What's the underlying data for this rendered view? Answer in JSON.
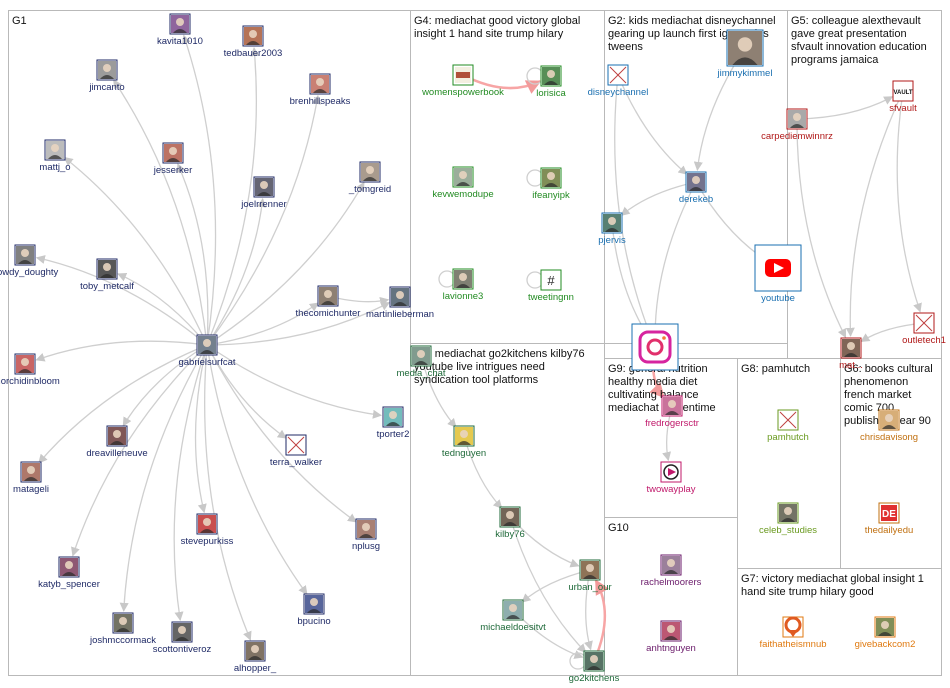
{
  "groups": [
    {
      "id": "G1",
      "title_lines": [
        "G1"
      ]
    },
    {
      "id": "G4",
      "title_lines": [
        "G4: mediachat good victory global",
        "insight 1 hand site trump hilary"
      ]
    },
    {
      "id": "G2",
      "title_lines": [
        "G2: kids mediachat disneychannel",
        "gearing up launch first igtv series",
        "tweens"
      ]
    },
    {
      "id": "G5",
      "title_lines": [
        "G5: colleague alexthevault",
        "gave great presentation",
        "sfvault innovation education",
        "programs jamaica"
      ]
    },
    {
      "id": "G3",
      "title_lines": [
        "G3: mediachat go2kitchens kilby76",
        "youtube live intrigues need",
        "syndication tool platforms"
      ]
    },
    {
      "id": "G9",
      "title_lines": [
        "G9: general nutrition",
        "healthy media diet",
        "cultivating balance",
        "mediachat screentime"
      ]
    },
    {
      "id": "G8",
      "title_lines": [
        "G8: pamhutch"
      ]
    },
    {
      "id": "G6",
      "title_lines": [
        "G6: books cultural",
        "phenomenon",
        "french market",
        "comic 700",
        "published year 90"
      ]
    },
    {
      "id": "G10",
      "title_lines": [
        "G10"
      ]
    },
    {
      "id": "G7",
      "title_lines": [
        "G7: victory mediachat global insight 1",
        "hand site trump hilary good"
      ]
    }
  ],
  "nodes": [
    {
      "id": "kavita1010",
      "label": "kavita1010",
      "group": "G1",
      "icon": "avatar-photo",
      "color": "#1f2a66",
      "avatar": "#7b4a8c"
    },
    {
      "id": "tedbauer2003",
      "label": "tedbauer2003",
      "group": "G1",
      "icon": "avatar-photo",
      "color": "#1f2a66",
      "avatar": "#a85a3a"
    },
    {
      "id": "jimcanto",
      "label": "jimcanto",
      "group": "G1",
      "icon": "avatar-photo",
      "color": "#1f2a66",
      "avatar": "#8a8a8a"
    },
    {
      "id": "brenhillspeaks",
      "label": "brenhillspeaks",
      "group": "G1",
      "icon": "avatar-photo",
      "color": "#1f2a66",
      "avatar": "#c06a5a"
    },
    {
      "id": "mattj_o",
      "label": "mattj_o",
      "group": "G1",
      "icon": "avatar-photo",
      "color": "#1f2a66",
      "avatar": "#b0b0b0"
    },
    {
      "id": "jesserker",
      "label": "jesserker",
      "group": "G1",
      "icon": "avatar-photo",
      "color": "#1f2a66",
      "avatar": "#b05a4a"
    },
    {
      "id": "joelrrenner",
      "label": "joelrrenner",
      "group": "G1",
      "icon": "avatar-photo",
      "color": "#1f2a66",
      "avatar": "#4a4a5a"
    },
    {
      "id": "_tomgreid",
      "label": "_tomgreid",
      "group": "G1",
      "icon": "avatar-photo",
      "color": "#1f2a66",
      "avatar": "#9a8a7a"
    },
    {
      "id": "howdy_doughty",
      "label": "howdy_doughty",
      "group": "G1",
      "icon": "avatar-photo",
      "color": "#1f2a66",
      "avatar": "#6a6a6a"
    },
    {
      "id": "toby_metcalf",
      "label": "toby_metcalf",
      "group": "G1",
      "icon": "avatar-photo",
      "color": "#1f2a66",
      "avatar": "#3a3a3a"
    },
    {
      "id": "thecomichunter",
      "label": "thecomichunter",
      "group": "G1",
      "icon": "avatar-photo",
      "color": "#1f2a66",
      "avatar": "#7a6a5a"
    },
    {
      "id": "martinlieberman",
      "label": "martinlieberman",
      "group": "G1",
      "icon": "avatar-photo",
      "color": "#1f2a66",
      "avatar": "#4a5a6a"
    },
    {
      "id": "gabrielsurfcat",
      "label": "gabrielsurfcat",
      "group": "G1",
      "icon": "avatar-photo",
      "color": "#1f2a66",
      "avatar": "#5a6a7a"
    },
    {
      "id": "anorchidinbloom",
      "label": "anorchidinbloom",
      "group": "G1",
      "icon": "avatar-photo",
      "color": "#1f2a66",
      "avatar": "#c04a4a"
    },
    {
      "id": "tporter2",
      "label": "tporter2",
      "group": "G1",
      "icon": "avatar-photo",
      "color": "#1f2a66",
      "avatar": "#5ab0b0"
    },
    {
      "id": "dreavilleneuve",
      "label": "dreavilleneuve",
      "group": "G1",
      "icon": "avatar-photo",
      "color": "#1f2a66",
      "avatar": "#6a3a3a"
    },
    {
      "id": "terra_walker",
      "label": "terra_walker",
      "group": "G1",
      "icon": "avatar-broken",
      "color": "#1f2a66",
      "avatar": "#c04040"
    },
    {
      "id": "matageli",
      "label": "matageli",
      "group": "G1",
      "icon": "avatar-photo",
      "color": "#1f2a66",
      "avatar": "#a06050"
    },
    {
      "id": "stevepurkiss",
      "label": "stevepurkiss",
      "group": "G1",
      "icon": "avatar-photo",
      "color": "#1f2a66",
      "avatar": "#c03030"
    },
    {
      "id": "nplusg",
      "label": "nplusg",
      "group": "G1",
      "icon": "avatar-photo",
      "color": "#1f2a66",
      "avatar": "#9a6a5a"
    },
    {
      "id": "katyb_spencer",
      "label": "katyb_spencer",
      "group": "G1",
      "icon": "avatar-photo",
      "color": "#1f2a66",
      "avatar": "#7a3a5a"
    },
    {
      "id": "bpucino",
      "label": "bpucino",
      "group": "G1",
      "icon": "avatar-photo",
      "color": "#1f2a66",
      "avatar": "#3a4a8a"
    },
    {
      "id": "joshmccormack",
      "label": "joshmccormack",
      "group": "G1",
      "icon": "avatar-photo",
      "color": "#1f2a66",
      "avatar": "#5a5a4a"
    },
    {
      "id": "scottontiveroz",
      "label": "scottontiveroz",
      "group": "G1",
      "icon": "avatar-photo",
      "color": "#1f2a66",
      "avatar": "#4a4a4a"
    },
    {
      "id": "alhopper_",
      "label": "alhopper_",
      "group": "G1",
      "icon": "avatar-photo",
      "color": "#1f2a66",
      "avatar": "#6a5a4a"
    },
    {
      "id": "womenspowerbook",
      "label": "womenspowerbook",
      "group": "G4",
      "icon": "avatar-book",
      "color": "#228b22",
      "avatar": "#b0503a"
    },
    {
      "id": "lorisica",
      "label": "lorisica",
      "group": "G4",
      "icon": "avatar-photo",
      "color": "#228b22",
      "avatar": "#3a7a3a"
    },
    {
      "id": "kevwemodupe",
      "label": "kevwemodupe",
      "group": "G4",
      "icon": "avatar-photo",
      "color": "#228b22",
      "avatar": "#8aa08a"
    },
    {
      "id": "ifeanyipk",
      "label": "ifeanyipk",
      "group": "G4",
      "icon": "avatar-photo",
      "color": "#228b22",
      "avatar": "#6a7a3a"
    },
    {
      "id": "lavionne3",
      "label": "lavionne3",
      "group": "G4",
      "icon": "avatar-photo",
      "color": "#228b22",
      "avatar": "#6a6a5a"
    },
    {
      "id": "tweetingnn",
      "label": "tweetingnn",
      "group": "G4",
      "icon": "avatar-hash",
      "color": "#228b22",
      "avatar": "#ffffff"
    },
    {
      "id": "disneychannel",
      "label": "disneychannel",
      "group": "G2",
      "icon": "avatar-broken",
      "color": "#1a6fb0",
      "avatar": "#c04040"
    },
    {
      "id": "jimmykimmel",
      "label": "jimmykimmel",
      "group": "G2",
      "icon": "avatar-photo-large",
      "color": "#1a6fb0",
      "avatar": "#7a6a5a"
    },
    {
      "id": "derekeb",
      "label": "derekeb",
      "group": "G2",
      "icon": "avatar-photo",
      "color": "#1a6fb0",
      "avatar": "#5a5a7a"
    },
    {
      "id": "pjervis",
      "label": "pjervis",
      "group": "G2",
      "icon": "avatar-photo",
      "color": "#1a6fb0",
      "avatar": "#3a6a5a"
    },
    {
      "id": "youtube",
      "label": "youtube",
      "group": "G2",
      "icon": "youtube-logo",
      "color": "#1a6fb0",
      "avatar": "#ff0000"
    },
    {
      "id": "instagram",
      "label": "",
      "group": "G2",
      "icon": "instagram-logo",
      "color": "#1a6fb0",
      "avatar": "#d6249f"
    },
    {
      "id": "sfvault",
      "label": "sfvault",
      "group": "G5",
      "icon": "avatar-vault",
      "color": "#b01818",
      "avatar": "#ffffff"
    },
    {
      "id": "carpediemwinnrz",
      "label": "carpediemwinnrz",
      "group": "G5",
      "icon": "avatar-photo",
      "color": "#b01818",
      "avatar": "#9a9a9a"
    },
    {
      "id": "outletech1",
      "label": "outletech1",
      "group": "G5",
      "icon": "avatar-broken",
      "color": "#b01818",
      "avatar": "#c04040"
    },
    {
      "id": "alexthevault",
      "label": "mat...",
      "group": "G5",
      "icon": "avatar-photo",
      "color": "#b01818",
      "avatar": "#6a4a3a"
    },
    {
      "id": "media_chat",
      "label": "media_chat",
      "group": "G3",
      "icon": "avatar-photo",
      "color": "#1f6a3a",
      "avatar": "#6a8a7a"
    },
    {
      "id": "tednguyen",
      "label": "tednguyen",
      "group": "G3",
      "icon": "avatar-photo",
      "color": "#1f6a3a",
      "avatar": "#e0c030"
    },
    {
      "id": "kilby76",
      "label": "kilby76",
      "group": "G3",
      "icon": "avatar-photo",
      "color": "#1f6a3a",
      "avatar": "#5a4a3a"
    },
    {
      "id": "urban_our",
      "label": "urban_our",
      "group": "G3",
      "icon": "avatar-photo",
      "color": "#1f6a3a",
      "avatar": "#7a5a3a"
    },
    {
      "id": "michaeldoesitvt",
      "label": "michaeldoesitvt",
      "group": "G3",
      "icon": "avatar-photo",
      "color": "#1f6a3a",
      "avatar": "#7aa0a0"
    },
    {
      "id": "go2kitchens",
      "label": "go2kitchens",
      "group": "G3",
      "icon": "avatar-photo",
      "color": "#1f6a3a",
      "avatar": "#3a5a4a"
    },
    {
      "id": "fredrogersctr",
      "label": "fredrogersctr",
      "group": "G9",
      "icon": "avatar-photo",
      "color": "#c0186a",
      "avatar": "#c05a8a"
    },
    {
      "id": "twowayplay",
      "label": "twowayplay",
      "group": "G9",
      "icon": "avatar-play",
      "color": "#c0186a",
      "avatar": "#ffffff"
    },
    {
      "id": "pamhutch",
      "label": "pamhutch",
      "group": "G8",
      "icon": "avatar-broken",
      "color": "#6a9a20",
      "avatar": "#c04040"
    },
    {
      "id": "celeb_studies",
      "label": "celeb_studies",
      "group": "G8",
      "icon": "avatar-photo",
      "color": "#6a9a20",
      "avatar": "#5a5a4a"
    },
    {
      "id": "chrisdavisong",
      "label": "chrisdavisong",
      "group": "G6",
      "icon": "avatar-photo",
      "color": "#c07010",
      "avatar": "#d0a060"
    },
    {
      "id": "thedailyedu",
      "label": "thedailyedu",
      "group": "G6",
      "icon": "avatar-de",
      "color": "#c07010",
      "avatar": "#ffffff"
    },
    {
      "id": "rachelmoorers",
      "label": "rachelmoorers",
      "group": "G10",
      "icon": "avatar-photo",
      "color": "#6a1a6a",
      "avatar": "#8a6a8a"
    },
    {
      "id": "anhtnguyen",
      "label": "anhtnguyen",
      "group": "G10",
      "icon": "avatar-photo",
      "color": "#6a1a6a",
      "avatar": "#b03a5a"
    },
    {
      "id": "faithatheismnub",
      "label": "faithatheismnub",
      "group": "G7",
      "icon": "avatar-pin",
      "color": "#e07a10",
      "avatar": "#e05a20"
    },
    {
      "id": "givebackcom2",
      "label": "givebackcom2",
      "group": "G7",
      "icon": "avatar-photo",
      "color": "#e07a10",
      "avatar": "#6a7a3a"
    }
  ],
  "colors": {
    "edge": "#cfcfcf",
    "edge_highlight": "#f7a5a5",
    "panel_border": "#b9b9b9",
    "background": "#ffffff"
  }
}
